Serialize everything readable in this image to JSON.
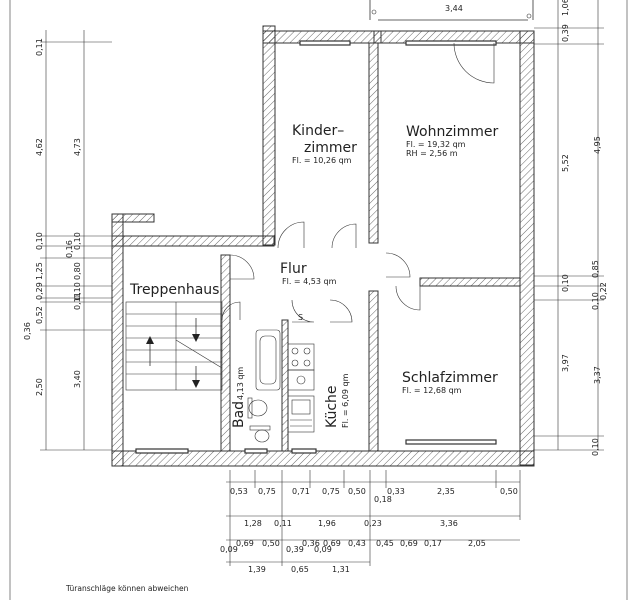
{
  "rooms": {
    "kinderzimmer": {
      "name_line1": "Kinder–",
      "name_line2": "zimmer",
      "area": "Fl. = 10,26 qm"
    },
    "wohnzimmer": {
      "name": "Wohnzimmer",
      "area": "Fl. = 19,32 qm",
      "height": "RH = 2,56 m"
    },
    "flur": {
      "name": "Flur",
      "area": "Fl. = 4,53 qm"
    },
    "treppenhaus": {
      "name": "Treppenhaus"
    },
    "schlafzimmer": {
      "name": "Schlafzimmer",
      "area": "Fl. = 12,68 qm"
    },
    "kueche": {
      "name": "Küche",
      "area": "Fl. = 6,09 qm"
    },
    "bad": {
      "name": "Bad",
      "area": "4,13 qm"
    }
  },
  "top_dims": {
    "balcony": "3,44",
    "right_top": "1,06"
  },
  "left_dims": [
    "0,11",
    "4,62",
    "4,73",
    "0,10",
    "0,16",
    "0,10",
    "1,25",
    "0,80",
    "0,29",
    "0,10",
    "0,11",
    "0,36",
    "0,52",
    "2,50",
    "3,40"
  ],
  "right_dims": [
    "0,39",
    "5,52",
    "4,95",
    "0,10",
    "0,85",
    "0,10",
    "0,22",
    "3,97",
    "3,37",
    "0,10"
  ],
  "bottom_row1": [
    "0,53",
    "0,75",
    "0,71",
    "0,75",
    "0,50",
    "0,33",
    "2,35",
    "0,50",
    "0,18"
  ],
  "bottom_row2": [
    "1,28",
    "0,11",
    "1,96",
    "0,23",
    "3,36"
  ],
  "bottom_row3": [
    "0,69",
    "0,50",
    "0,36",
    "0,69",
    "0,43",
    "0,45",
    "0,69",
    "0,17",
    "2,05",
    "0,09",
    "0,39",
    "0,09"
  ],
  "bottom_row4": [
    "1,39",
    "0,65",
    "1,31"
  ],
  "kitchen_mark": "S",
  "note": "Türanschläge können abweichen"
}
